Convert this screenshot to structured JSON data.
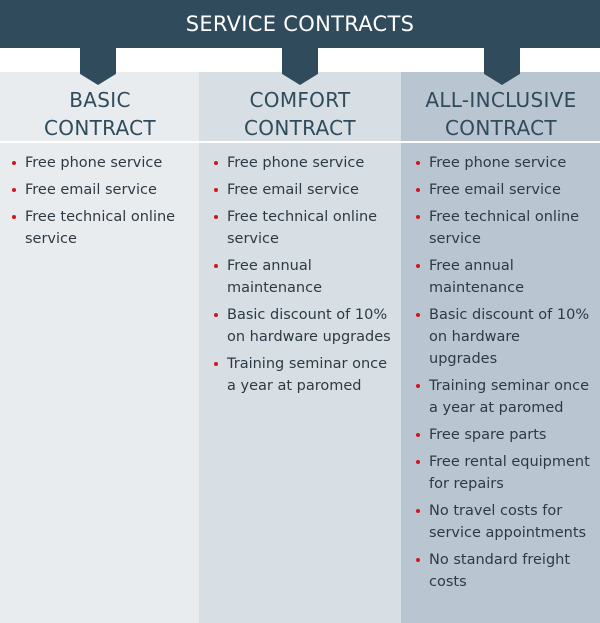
{
  "header": {
    "title": "SERVICE CONTRACTS"
  },
  "contracts": [
    {
      "title_line1": "BASIC",
      "title_line2": "CONTRACT",
      "features": [
        "Free phone service",
        "Free email service",
        "Free technical online service"
      ]
    },
    {
      "title_line1": "COMFORT",
      "title_line2": "CONTRACT",
      "features": [
        "Free phone service",
        "Free email service",
        "Free technical online service",
        "Free annual maintenance",
        "Basic discount of 10% on hardware upgrades",
        "Training seminar once a year at paromed"
      ]
    },
    {
      "title_line1": "ALL-INCLUSIVE",
      "title_line2": "CONTRACT",
      "features": [
        "Free phone service",
        "Free email service",
        "Free technical online service",
        "Free annual maintenance",
        "Basic discount of 10% on hardware upgrades",
        "Training seminar once a year at paromed",
        "Free spare parts",
        "Free rental equipment for repairs",
        "No travel costs for service appointments",
        "No standard freight costs"
      ]
    }
  ],
  "colors": {
    "banner": "#2f4b5c",
    "basic_column": "#e9ecef",
    "comfort_column": "#d7dfe5",
    "all_inclusive_column": "#b9c6d1",
    "bullet": "#d4161c"
  }
}
